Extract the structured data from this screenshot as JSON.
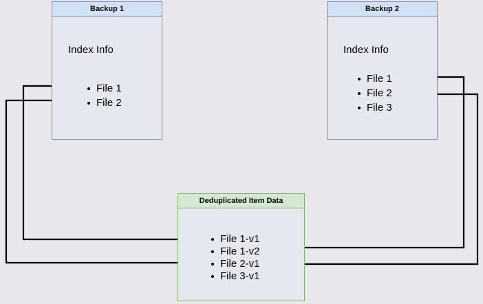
{
  "diagram": {
    "background_color": "#e8e7ec",
    "blue_fill": "#d4e1f5",
    "blue_stroke": "#6c8ebf",
    "green_fill": "#d5e8d4",
    "green_stroke": "#82b366",
    "body_fill": "#e7e7ef",
    "line_color": "#000000"
  },
  "backup1": {
    "title": "Backup 1",
    "section_label": "Index Info",
    "files": [
      {
        "label": "File 1"
      },
      {
        "label": "File 2"
      }
    ]
  },
  "backup2": {
    "title": "Backup 2",
    "section_label": "Index Info",
    "files": [
      {
        "label": "File 1"
      },
      {
        "label": "File 2"
      },
      {
        "label": "File 3"
      }
    ]
  },
  "dedup": {
    "title": "Deduplicated Item Data",
    "items": [
      {
        "label": "File 1-v1"
      },
      {
        "label": "File 1-v2"
      },
      {
        "label": "File 2-v1"
      },
      {
        "label": "File 3-v1"
      }
    ]
  },
  "connections": [
    {
      "from": "backup1.File 1",
      "to": "dedup.File 1-v1",
      "side": "left"
    },
    {
      "from": "backup1.File 2",
      "to": "dedup.File 2-v1",
      "side": "left"
    },
    {
      "from": "backup2.File 1",
      "to": "dedup.File 1-v2",
      "side": "right"
    },
    {
      "from": "backup2.File 2",
      "to": "dedup.File 2-v1",
      "side": "right"
    }
  ]
}
